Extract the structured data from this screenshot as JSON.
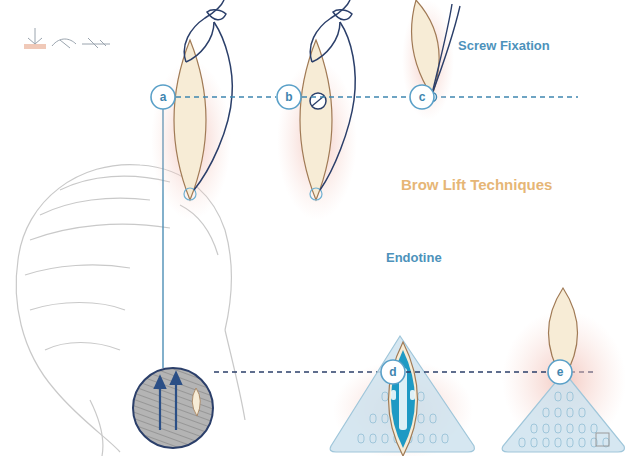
{
  "diagram": {
    "title": "Brow Lift Techniques",
    "nodes": [
      {
        "text": [
          "a"
        ]
      },
      {
        "text": [
          "b"
        ]
      },
      {
        "text": [
          "c"
        ]
      },
      {
        "text": [
          "d"
        ]
      },
      {
        "text": [
          "e"
        ]
      }
    ],
    "edges": [
      {
        "from": 0,
        "to": 1,
        "arrow": "none"
      },
      {
        "from": 1,
        "to": 2,
        "arrow": "none"
      },
      {
        "from": 3,
        "to": 4,
        "arrow": "none"
      }
    ],
    "labels": [
      "Screw Fixation",
      "Endotine"
    ]
  }
}
